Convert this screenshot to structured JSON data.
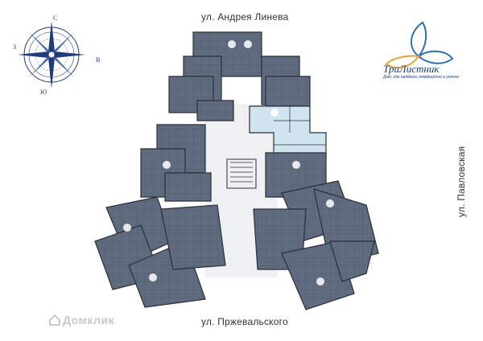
{
  "streets": {
    "north": "ул. Андрея Линева",
    "south": "ул. Пржевальского",
    "east": "ул. Павловская"
  },
  "compass": {
    "north": "С",
    "south": "Ю",
    "east": "В",
    "west": "З",
    "color": "#1f3c78"
  },
  "logo": {
    "name": "ТриЛистник",
    "tagline": "Дом, где надёжно, комфортно и уютно",
    "petal_colors": [
      "#2c6fb5",
      "#e6a23c",
      "#2c6fb5"
    ]
  },
  "watermark": {
    "text": "Домклик"
  },
  "plan": {
    "apartment_fill": "#5f6b7e",
    "highlight_fill": "#cfe4ef",
    "wall_color": "#2a2f38",
    "core_fill": "#e9ecef"
  }
}
